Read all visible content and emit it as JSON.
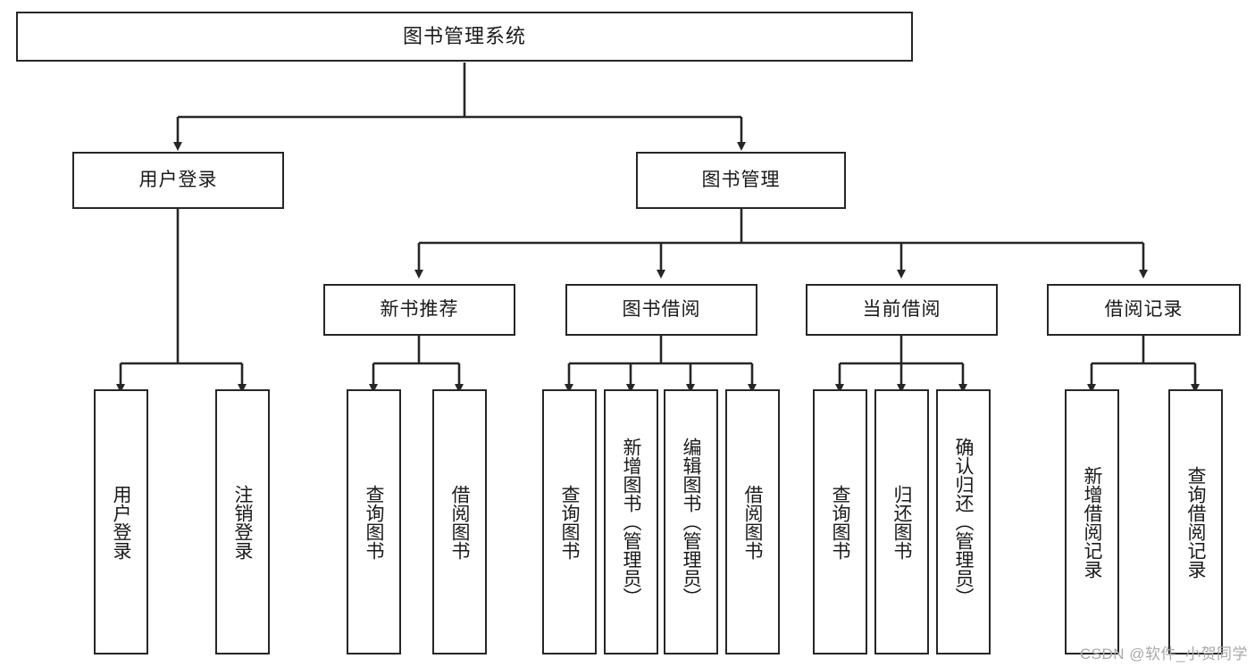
{
  "diagram": {
    "title": "图书管理系统",
    "type": "tree",
    "watermark": "CSDN @软件_小贺同学",
    "colors": {
      "box_border": "#262626",
      "box_fill": "#ffffff",
      "connector": "#262626",
      "text": "#1a1a1a",
      "watermark": "#a9a9a9",
      "background": "#ffffff"
    },
    "levels": {
      "root": {
        "label": "图书管理系统"
      },
      "level2": [
        {
          "id": "user-login",
          "label": "用户登录"
        },
        {
          "id": "book-management",
          "label": "图书管理"
        }
      ],
      "level3": [
        {
          "id": "new-book-recommend",
          "label": "新书推荐",
          "parent": "book-management"
        },
        {
          "id": "book-borrow",
          "label": "图书借阅",
          "parent": "book-management"
        },
        {
          "id": "current-borrow",
          "label": "当前借阅",
          "parent": "book-management"
        },
        {
          "id": "borrow-record",
          "label": "借阅记录",
          "parent": "book-management"
        }
      ],
      "leaves": {
        "user-login": [
          {
            "id": "leaf-user-login",
            "label": "用户登录"
          },
          {
            "id": "leaf-logout-login",
            "label": "注销登录"
          }
        ],
        "new-book-recommend": [
          {
            "id": "leaf-query-book-1",
            "label": "查询图书"
          },
          {
            "id": "leaf-borrow-book-1",
            "label": "借阅图书"
          }
        ],
        "book-borrow": [
          {
            "id": "leaf-query-book-2",
            "label": "查询图书"
          },
          {
            "id": "leaf-add-book",
            "label": "新增图书（管理员）"
          },
          {
            "id": "leaf-edit-book",
            "label": "编辑图书（管理员）"
          },
          {
            "id": "leaf-borrow-book-2",
            "label": "借阅图书"
          }
        ],
        "current-borrow": [
          {
            "id": "leaf-query-book-3",
            "label": "查询图书"
          },
          {
            "id": "leaf-return-book",
            "label": "归还图书"
          },
          {
            "id": "leaf-confirm-return",
            "label": "确认归还（管理员）"
          }
        ],
        "borrow-record": [
          {
            "id": "leaf-add-record",
            "label": "新增借阅记录"
          },
          {
            "id": "leaf-query-record",
            "label": "查询借阅记录"
          }
        ]
      }
    }
  }
}
